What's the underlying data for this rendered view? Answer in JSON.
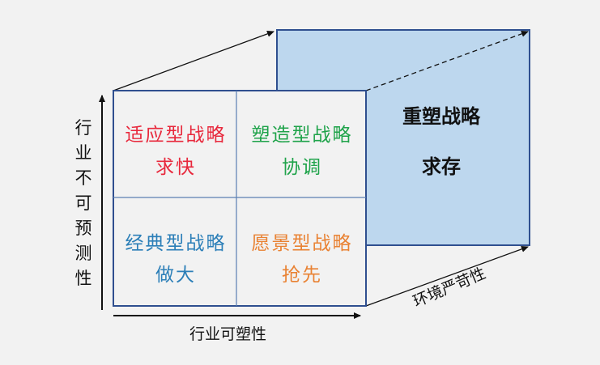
{
  "quadrants": {
    "top_left": {
      "title": "适应型战略",
      "subtitle": "求快",
      "color": "#e8283c"
    },
    "top_right": {
      "title": "塑造型战略",
      "subtitle": "协调",
      "color": "#1fa34a"
    },
    "bottom_left": {
      "title": "经典型战略",
      "subtitle": "做大",
      "color": "#2c7fb8"
    },
    "bottom_right": {
      "title": "愿景型战略",
      "subtitle": "抢先",
      "color": "#e98233"
    }
  },
  "back_panel": {
    "title": "重塑战略",
    "subtitle": "求存",
    "fill": "#bdd7ee"
  },
  "axes": {
    "vertical": "行业不可预测性",
    "horizontal": "行业可塑性",
    "depth": "环境严苛性"
  }
}
